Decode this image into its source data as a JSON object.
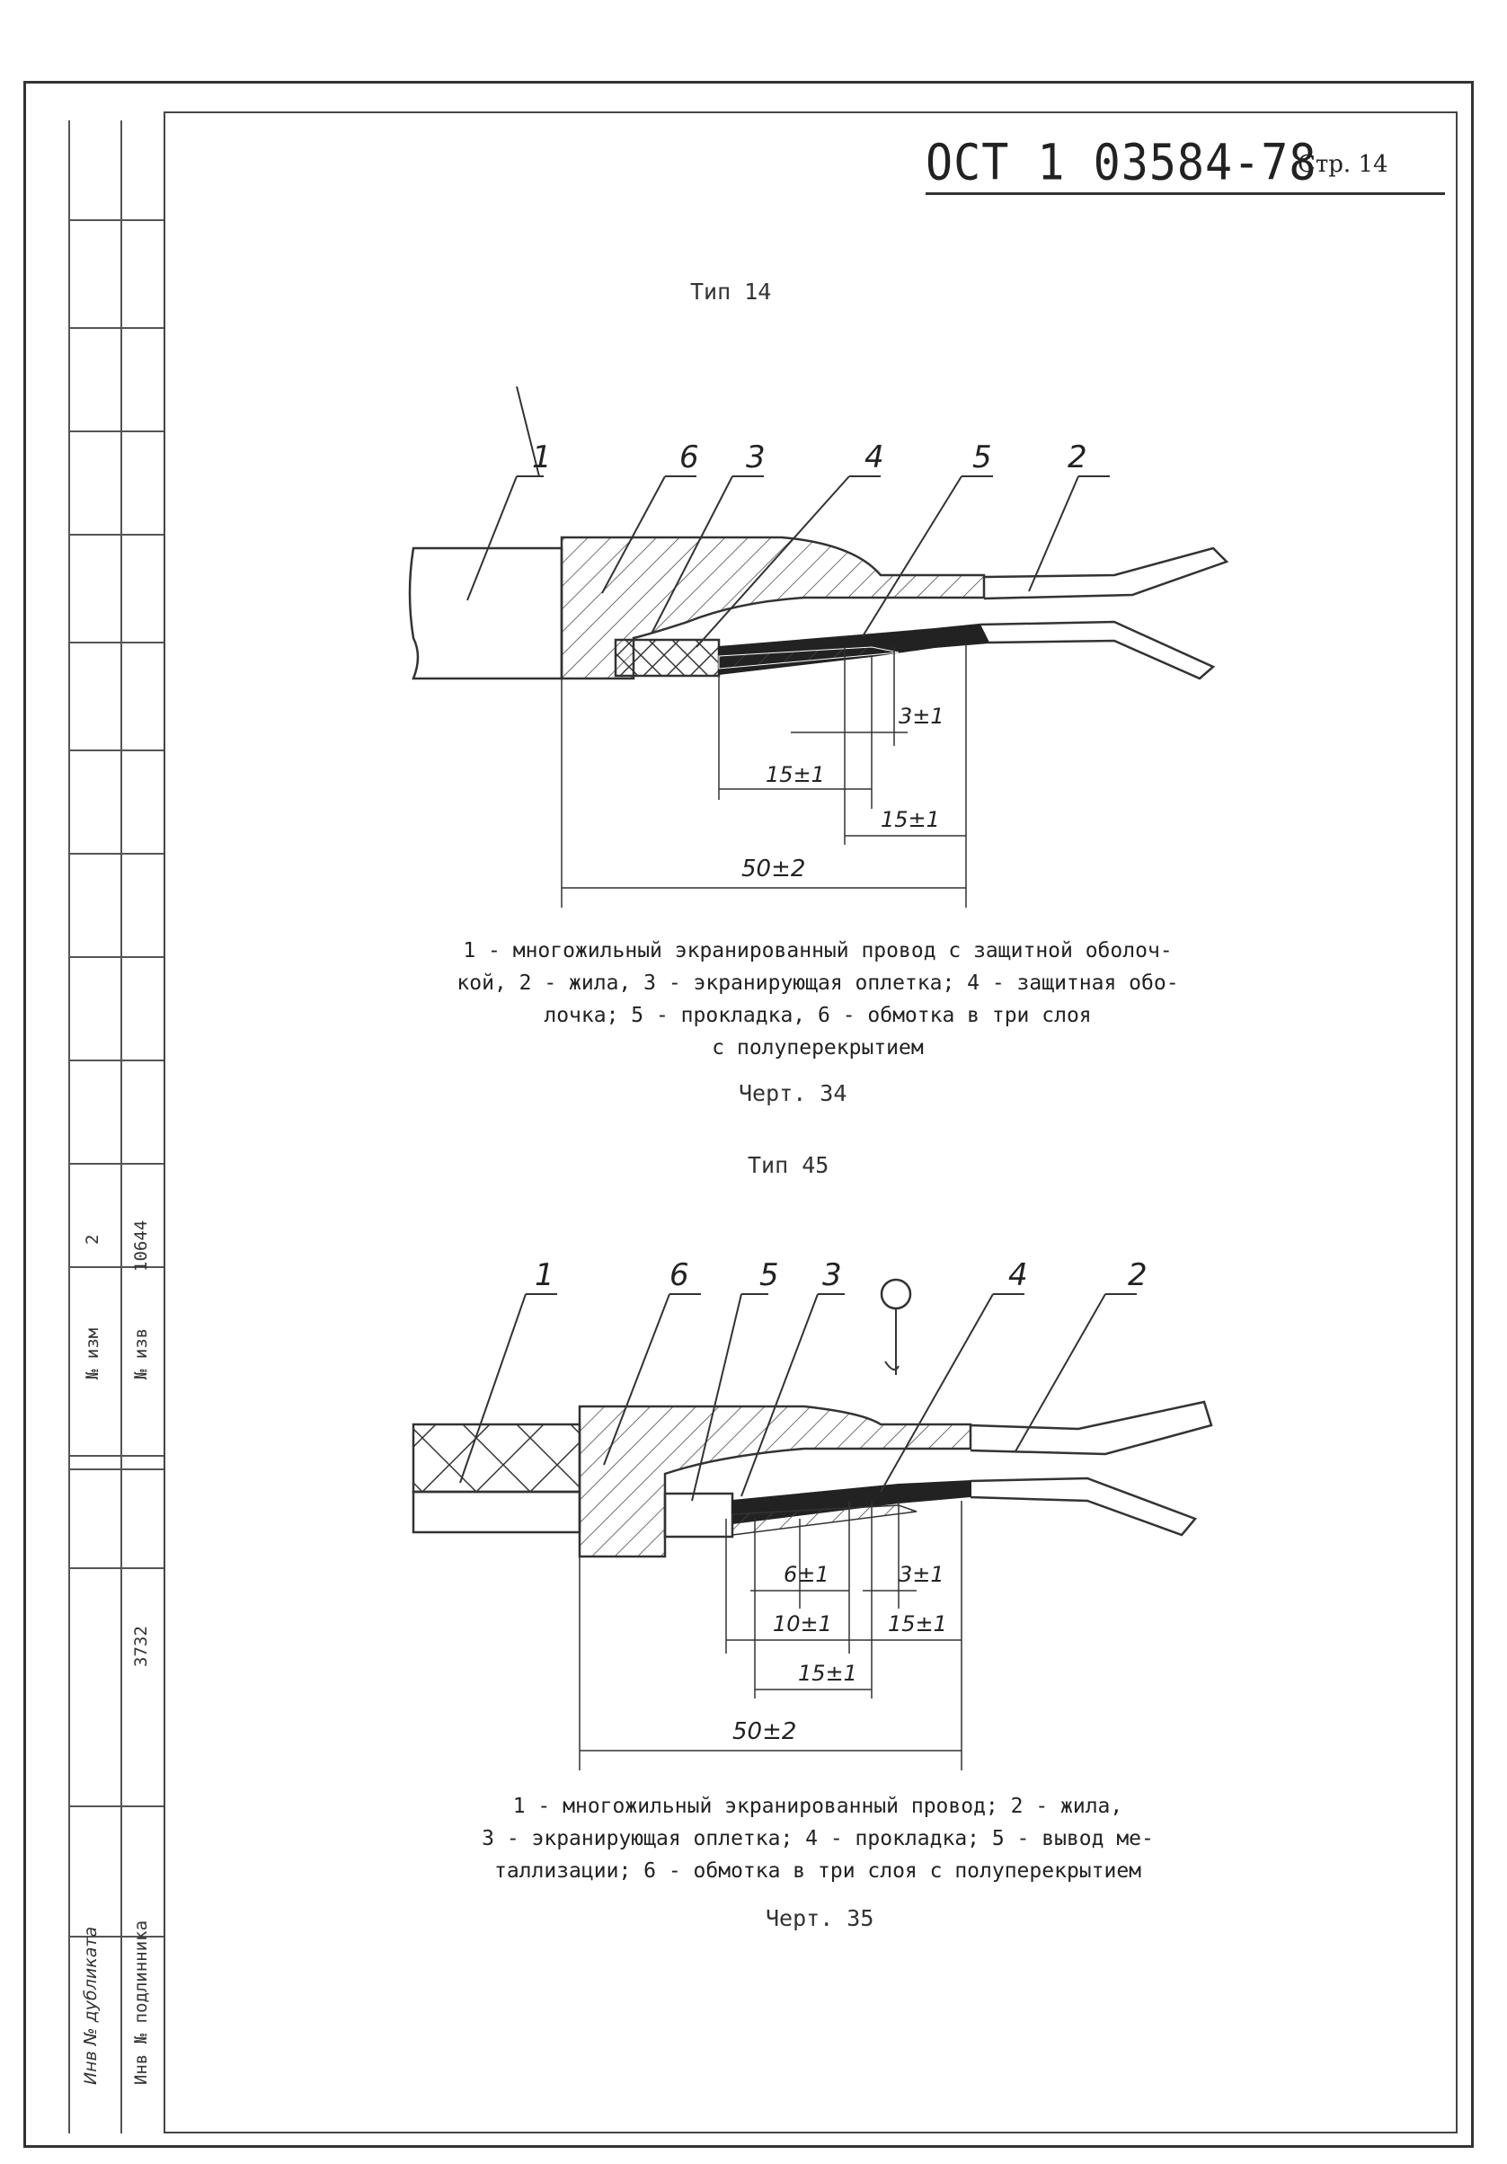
{
  "header": {
    "doc_code": "ОСТ 1 03584-78",
    "page": "Стр. 14"
  },
  "side_strip": {
    "izm_label": "№ изм",
    "izm_value": "2",
    "izv_label": "№ изв",
    "izv_value": "10644",
    "podlinnik_value": "3732",
    "inv_dublikata": "Инв № дубликата",
    "inv_podlinnika": "Инв № подлинника"
  },
  "figure34": {
    "type_title": "Тип 14",
    "callouts": [
      "1",
      "6",
      "3",
      "4",
      "5",
      "2"
    ],
    "dims": [
      "3±1",
      "15±1",
      "15±1",
      "50±2"
    ],
    "caption_lines": [
      "1 - многожильный экранированный провод с защитной оболоч-",
      "кой, 2 - жила, 3 - экранирующая оплетка; 4 - защитная обо-",
      "лочка; 5 - прокладка, 6 - обмотка в три слоя",
      "с полуперекрытием"
    ],
    "label": "Черт. 34"
  },
  "figure35": {
    "type_title": "Тип 45",
    "callouts": [
      "1",
      "6",
      "5",
      "3",
      "4",
      "2"
    ],
    "dims": [
      "6±1",
      "3±1",
      "10±1",
      "15±1",
      "15±1",
      "50±2"
    ],
    "caption_lines": [
      "1 - многожильный экранированный провод; 2 - жила,",
      "3 - экранирующая оплетка; 4 - прокладка; 5 - вывод ме-",
      "таллизации; 6 - обмотка в три слоя с полуперекрытием"
    ],
    "label": "Черт. 35"
  }
}
